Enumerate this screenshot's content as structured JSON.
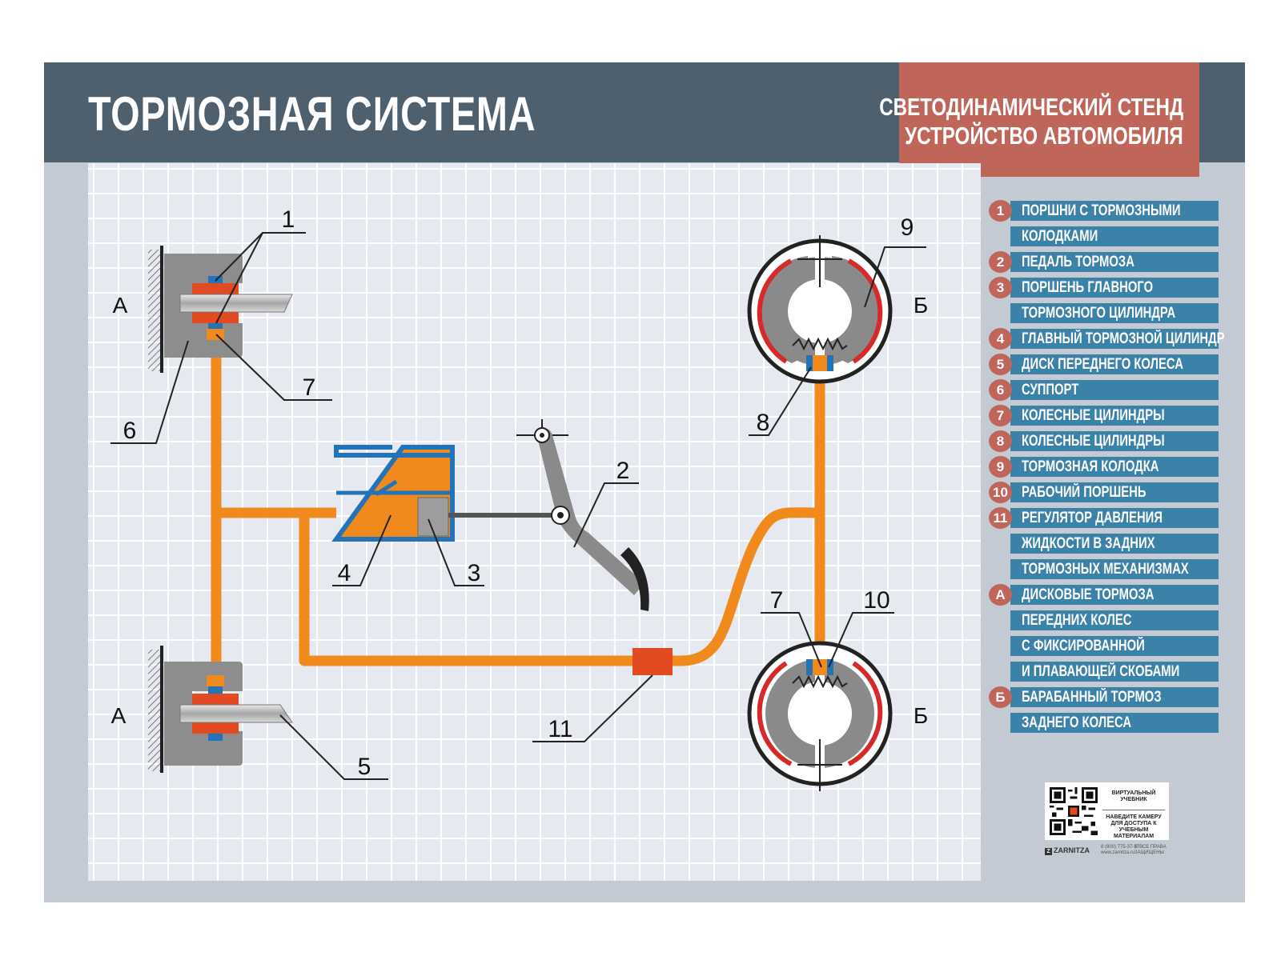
{
  "header": {
    "title": "ТОРМОЗНАЯ СИСТЕМА",
    "subtitle_line1": "СВЕТОДИНАМИЧЕСКИЙ СТЕНД",
    "subtitle_line2": "УСТРОЙСТВО АВТОМОБИЛЯ"
  },
  "diagram": {
    "callouts": {
      "n1": "1",
      "n2": "2",
      "n3": "3",
      "n4": "4",
      "n5": "5",
      "n6": "6",
      "n7a": "7",
      "n7b": "7",
      "n8": "8",
      "n9": "9",
      "n10": "10",
      "n11": "11"
    },
    "side_labels": {
      "a_top": "А",
      "a_bottom": "А",
      "b_top": "Б",
      "b_bottom": "Б"
    }
  },
  "legend": {
    "items": [
      {
        "marker": "1",
        "label": "ПОРШНИ С ТОРМОЗНЫМИ"
      },
      {
        "marker": "",
        "label": "КОЛОДКАМИ"
      },
      {
        "marker": "2",
        "label": "ПЕДАЛЬ ТОРМОЗА"
      },
      {
        "marker": "3",
        "label": "ПОРШЕНЬ ГЛАВНОГО"
      },
      {
        "marker": "",
        "label": "ТОРМОЗНОГО ЦИЛИНДРА"
      },
      {
        "marker": "4",
        "label": "ГЛАВНЫЙ ТОРМОЗНОЙ ЦИЛИНДР"
      },
      {
        "marker": "5",
        "label": "ДИСК ПЕРЕДНЕГО КОЛЕСА"
      },
      {
        "marker": "6",
        "label": "СУППОРТ"
      },
      {
        "marker": "7",
        "label": "КОЛЕСНЫЕ ЦИЛИНДРЫ"
      },
      {
        "marker": "8",
        "label": "КОЛЕСНЫЕ ЦИЛИНДРЫ"
      },
      {
        "marker": "9",
        "label": "ТОРМОЗНАЯ КОЛОДКА"
      },
      {
        "marker": "10",
        "label": "РАБОЧИЙ ПОРШЕНЬ"
      },
      {
        "marker": "11",
        "label": "РЕГУЛЯТОР ДАВЛЕНИЯ"
      },
      {
        "marker": "",
        "label": "ЖИДКОСТИ В ЗАДНИХ"
      },
      {
        "marker": "",
        "label": "ТОРМОЗНЫХ МЕХАНИЗМАХ"
      },
      {
        "marker": "А",
        "label": "ДИСКОВЫЕ ТОРМОЗА"
      },
      {
        "marker": "",
        "label": "ПЕРЕДНИХ КОЛЕС"
      },
      {
        "marker": "",
        "label": "С ФИКСИРОВАННОЙ"
      },
      {
        "marker": "",
        "label": "И ПЛАВАЮЩЕЙ СКОБАМИ"
      },
      {
        "marker": "Б",
        "label": "БАРАБАННЫЙ ТОРМОЗ"
      },
      {
        "marker": "",
        "label": "ЗАДНЕГО КОЛЕСА"
      }
    ]
  },
  "qr": {
    "line1": "ВИРТУАЛЬНЫЙ УЧЕБНИК",
    "line2": "НАВЕДИТЕ КАМЕРУ ДЛЯ ДОСТУПА К УЧЕБНЫМ МАТЕРИАЛАМ"
  },
  "footer": {
    "brand": "ZARNITZA",
    "contacts": "8 (800) 775-37-97 www.zarnitza.ru",
    "rights": "© ВСЕ ПРАВА ЗАЩИЩЕНЫ"
  },
  "colors": {
    "header_bg": "#4e5f6d",
    "accent_red": "#bf655a",
    "legend_blue": "#3c81a8",
    "brake_fluid_orange": "#f08a1c",
    "brake_lining_red": "#d62a2a",
    "metal_gray": "#8a8a8a"
  }
}
